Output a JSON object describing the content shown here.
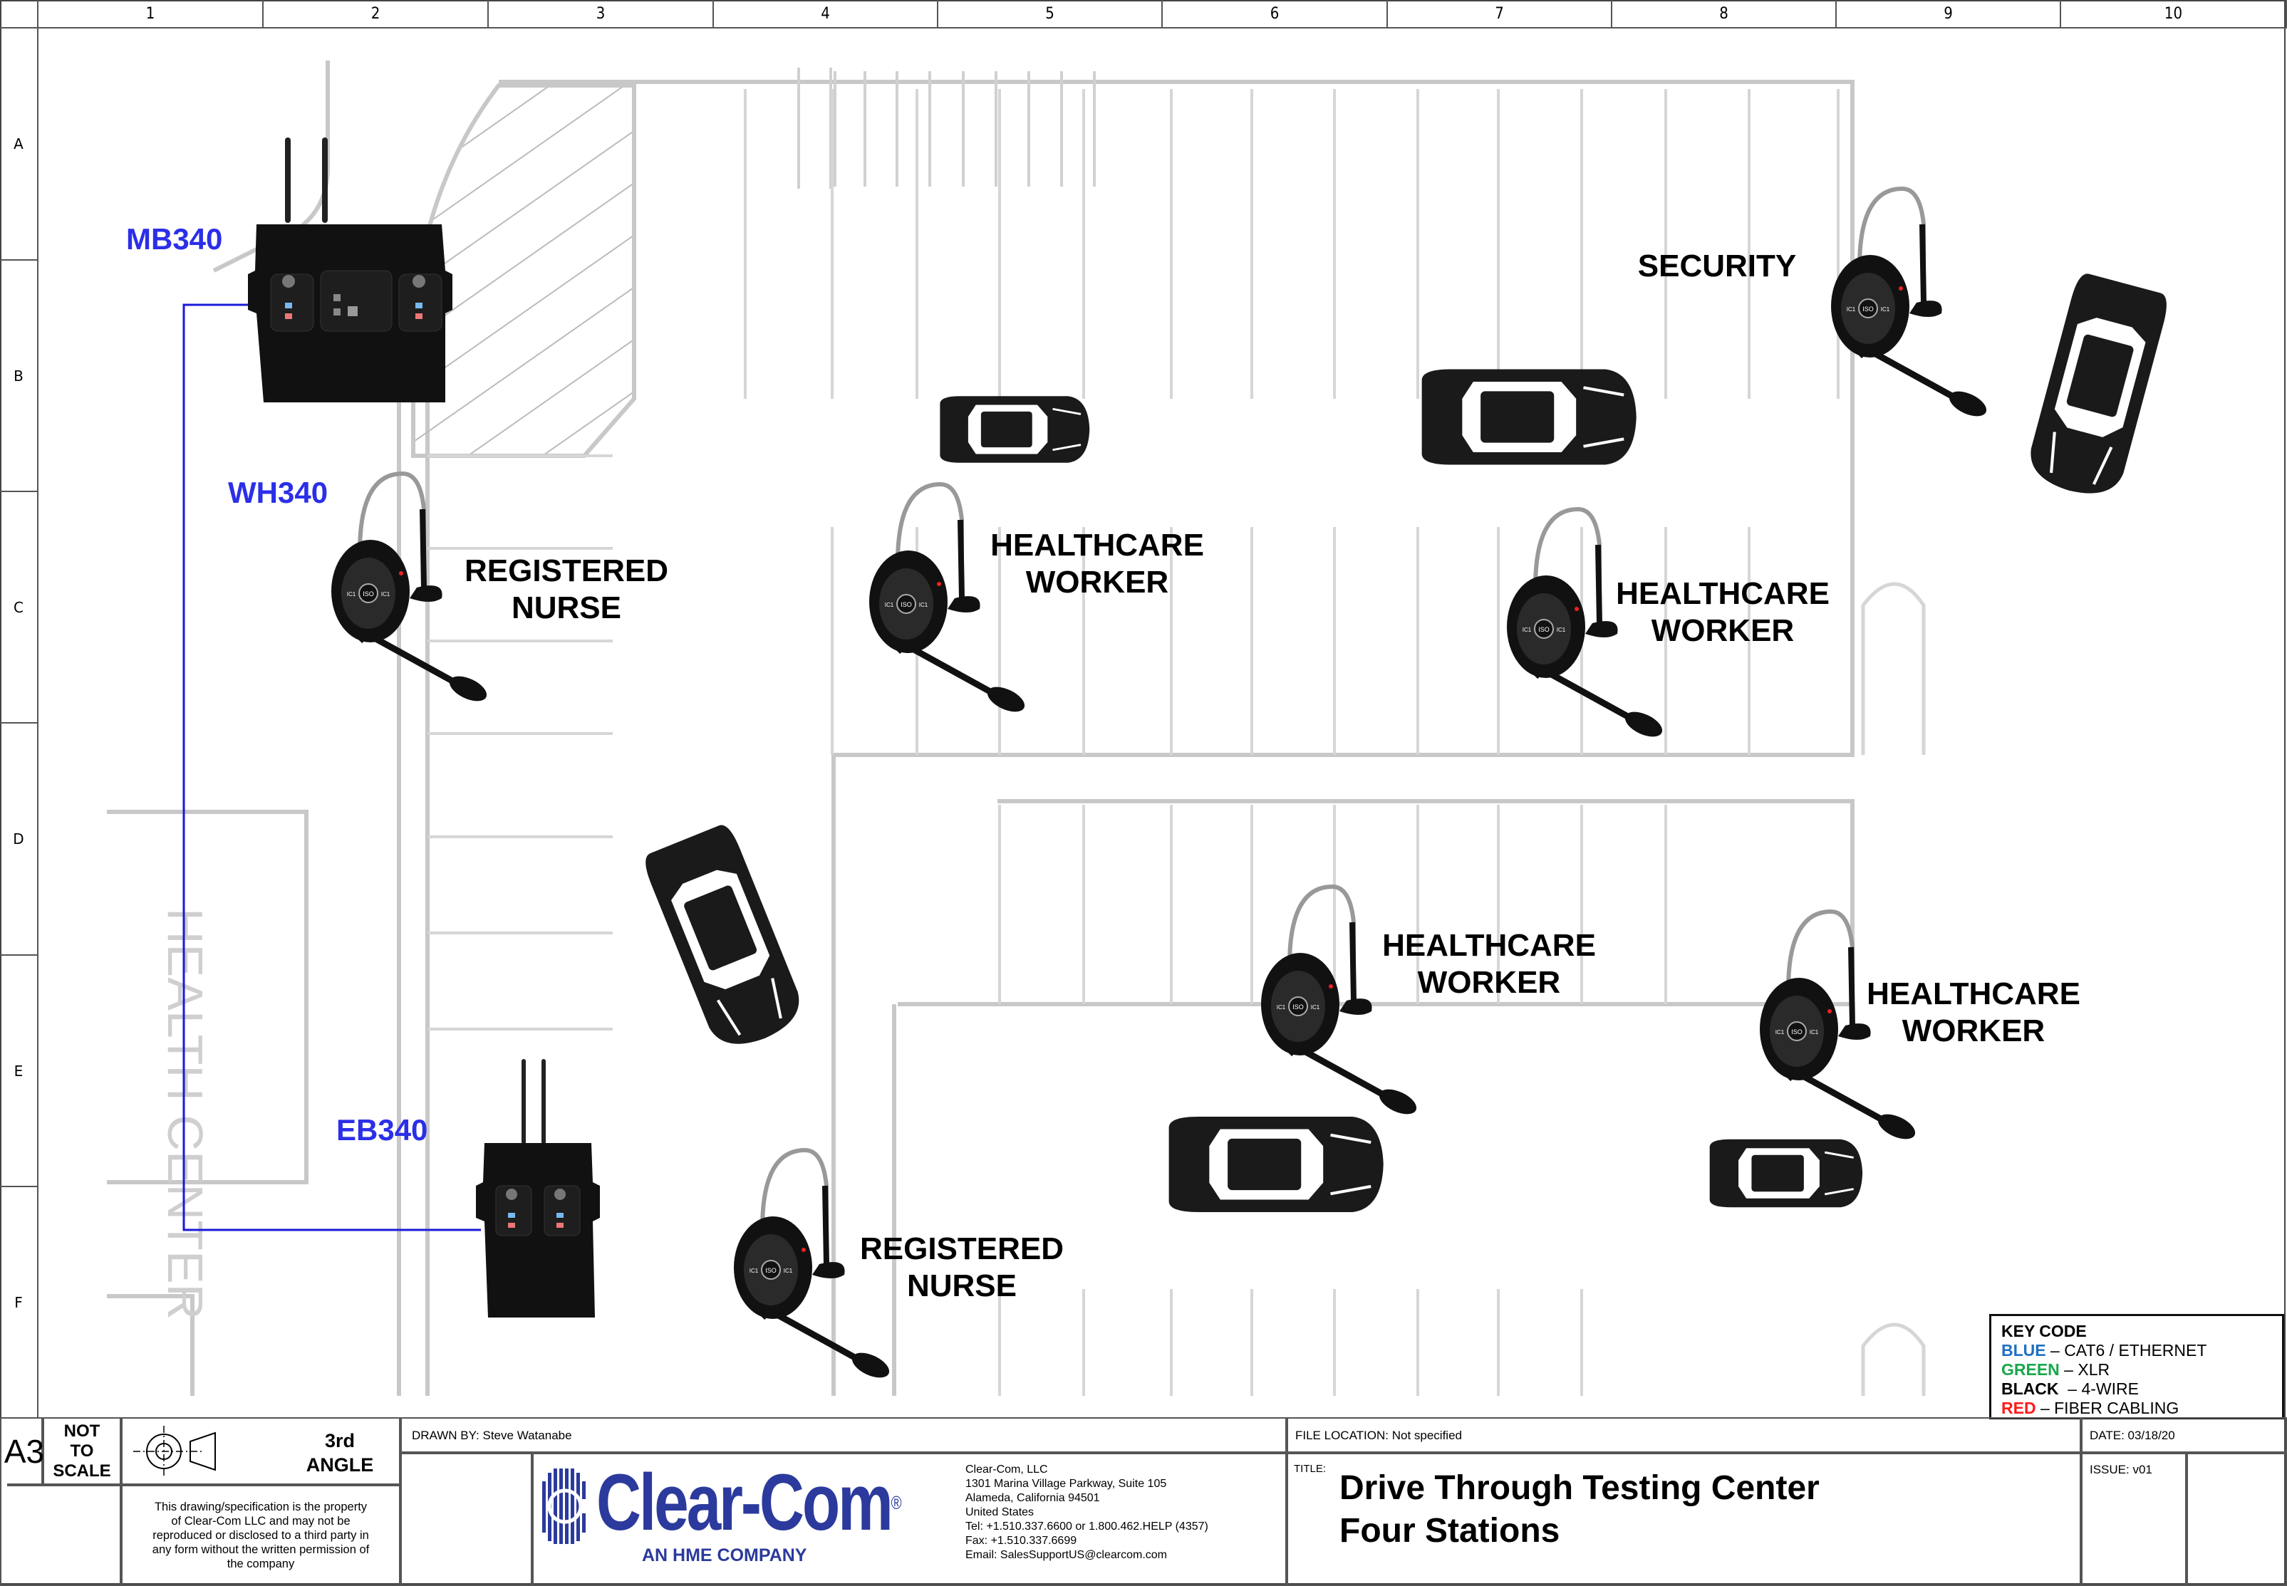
{
  "grid": {
    "columns": [
      "1",
      "2",
      "3",
      "4",
      "5",
      "6",
      "7",
      "8",
      "9",
      "10"
    ],
    "rows": [
      "A",
      "B",
      "C",
      "D",
      "E",
      "F"
    ]
  },
  "map": {
    "background_label": "HEALTH CENTER",
    "devices": [
      {
        "id": "mb340",
        "label": "MB340",
        "type": "base-station"
      },
      {
        "id": "wh340",
        "label": "WH340",
        "type": "wireless-headset"
      },
      {
        "id": "eb340",
        "label": "EB340",
        "type": "expansion-base"
      }
    ],
    "stations": [
      {
        "role_line1": "REGISTERED",
        "role_line2": "NURSE"
      },
      {
        "role_line1": "HEALTHCARE",
        "role_line2": "WORKER"
      },
      {
        "role_line1": "HEALTHCARE",
        "role_line2": "WORKER"
      },
      {
        "role_line1": "SECURITY",
        "role_line2": ""
      },
      {
        "role_line1": "HEALTHCARE",
        "role_line2": "WORKER"
      },
      {
        "role_line1": "HEALTHCARE",
        "role_line2": "WORKER"
      },
      {
        "role_line1": "REGISTERED",
        "role_line2": "NURSE"
      }
    ],
    "cable_color": "#1a1adb"
  },
  "key_code": {
    "title": "KEY CODE",
    "items": [
      {
        "key": "BLUE",
        "desc": " – CAT6 / ETHERNET",
        "color": "#1f6fc4"
      },
      {
        "key": "GREEN",
        "desc": " – XLR",
        "color": "#18a84a"
      },
      {
        "key": "BLACK",
        "desc": "  – 4-WIRE",
        "color": "#000000"
      },
      {
        "key": "RED",
        "desc": " – FIBER CABLING",
        "color": "#ff1a1a"
      }
    ]
  },
  "title_block": {
    "sheet_size": "A3",
    "scale_line1": "NOT",
    "scale_line2": "TO",
    "scale_line3": "SCALE",
    "projection_line1": "3rd",
    "projection_line2": "ANGLE",
    "disclaimer": "This drawing/specification is the property of Clear-Com LLC and may not be reproduced or disclosed to a third party in any form without the written permission of the company",
    "drawn_by": "DRAWN BY:  Steve Watanabe",
    "file_location": "FILE LOCATION: Not specified",
    "date": "DATE: 03/18/20",
    "issue": "ISSUE: v01",
    "title_label": "TITLE:",
    "title_line1": "Drive Through Testing Center",
    "title_line2": "Four Stations",
    "logo": {
      "name": "Clear-Com",
      "registered": "®",
      "tagline": "AN HME COMPANY",
      "color": "#2b3a9c"
    },
    "company": {
      "line1": "Clear-Com, LLC",
      "line2": "1301 Marina Village Parkway, Suite 105",
      "line3": "Alameda, California 94501",
      "line4": "United States",
      "line5": "Tel: +1.510.337.6600 or 1.800.462.HELP (4357)",
      "line6": "Fax: +1.510.337.6699",
      "line7": "Email: SalesSupportUS@clearcom.com"
    }
  }
}
